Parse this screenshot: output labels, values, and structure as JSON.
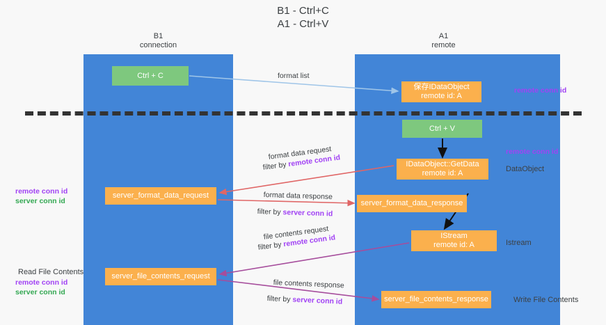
{
  "title": "B1 - Ctrl+C\nA1 - Ctrl+V",
  "lanes": [
    {
      "id": "b1",
      "header": "B1\nconnection",
      "color": "#4285d7"
    },
    {
      "id": "a1",
      "header": "A1\nremote",
      "color": "#4285d7"
    }
  ],
  "colors": {
    "lane": "#4285d7",
    "green_box": "#7ec87e",
    "orange_box": "#fbb04d",
    "purple_text": "#a142f4",
    "green_text": "#34a853",
    "arrow_blue": "#9fc5e8",
    "arrow_red": "#e06666",
    "arrow_purple": "#a64d9c",
    "arrow_black": "#000000",
    "divider": "#333333",
    "background": "#f8f8f8"
  },
  "boxes": {
    "ctrl_c": "Ctrl + C",
    "idataobject": "保存IDataObject\nremote id: A",
    "ctrl_v": "Ctrl + V",
    "getdata": "IDataObject::GetData\nremote id: A",
    "server_format_data_request": "server_format_data_request",
    "server_format_data_response": "server_format_data_response",
    "istream": "IStream\nremote id: A",
    "server_file_contents_request": "server_file_contents_request",
    "server_file_contents_response": "server_file_contents_response"
  },
  "side_labels": {
    "dataobject": "DataObject",
    "istream": "Istream",
    "write_file_contents": "Write File Contents",
    "read_file_contents": "Read File Contents"
  },
  "annotations": {
    "remote_conn_id": "remote conn id",
    "server_conn_id": "server conn id"
  },
  "edges": {
    "format_list": "format list",
    "format_data_request": "format data request",
    "format_data_request_filter_prefix": "filter by ",
    "format_data_request_filter_key": "remote conn id",
    "format_data_response": "format data response",
    "format_data_response_filter_prefix": "filter by ",
    "format_data_response_filter_key": "server conn id",
    "file_contents_request": "file contents request",
    "file_contents_request_filter_prefix": "filter by ",
    "file_contents_request_filter_key": "remote conn id",
    "file_contents_response": "file contents response",
    "file_contents_response_filter_prefix": "filter by ",
    "file_contents_response_filter_key": "server conn id"
  }
}
